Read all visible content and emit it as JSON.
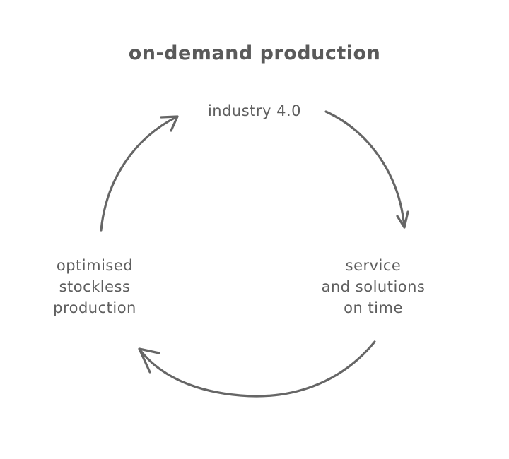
{
  "diagram": {
    "title": "on-demand production",
    "nodes": {
      "top": {
        "lines": [
          "industry 4.0"
        ]
      },
      "right": {
        "lines": [
          "service",
          "and solutions",
          "on time"
        ]
      },
      "left": {
        "lines": [
          "optimised",
          "stockless",
          "production"
        ]
      }
    },
    "colors": {
      "text": "#5e5e5e",
      "stroke": "#666666",
      "background": "#ffffff"
    }
  }
}
